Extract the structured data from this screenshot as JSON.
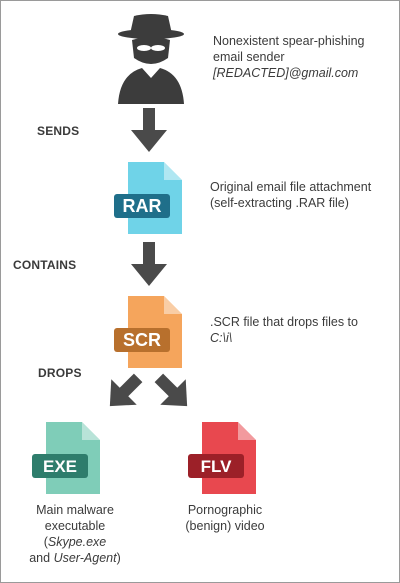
{
  "colors": {
    "arrow": "#4a4a4a",
    "hacker": "#3c3c3c",
    "rar": "#6fd3e8",
    "rar_band": "#1f6f8a",
    "scr": "#f5a55c",
    "scr_band": "#b8702d",
    "exe": "#7fcdb8",
    "exe_band": "#2e7d6c",
    "flv": "#e8484f",
    "flv_band": "#9c2028"
  },
  "icons": {
    "hacker": "hacker-icon",
    "rar": "file-rar-icon",
    "scr": "file-scr-icon",
    "exe": "file-exe-icon",
    "flv": "file-flv-icon"
  },
  "sender": {
    "line1": "Nonexistent spear-phishing",
    "line2": "email sender",
    "line3": "[REDACTED]@gmail.com"
  },
  "steps": {
    "sends": "SENDS",
    "contains": "CONTAINS",
    "drops": "DROPS"
  },
  "rar": {
    "label": "RAR",
    "desc_line1": "Original email file attachment",
    "desc_line2": "(self-extracting .RAR file)"
  },
  "scr": {
    "label": "SCR",
    "desc_line1": ".SCR file that drops files to",
    "desc_line2": "C:\\i\\"
  },
  "exe": {
    "label": "EXE",
    "desc_line1": "Main malware",
    "desc_line2": "executable",
    "desc_paren_open": "(",
    "desc_italic1": "Skype.exe",
    "desc_and": "and ",
    "desc_italic2": "User-Agent",
    "desc_paren_close": ")"
  },
  "flv": {
    "label": "FLV",
    "desc_line1": "Pornographic",
    "desc_line2": "(benign) video"
  }
}
